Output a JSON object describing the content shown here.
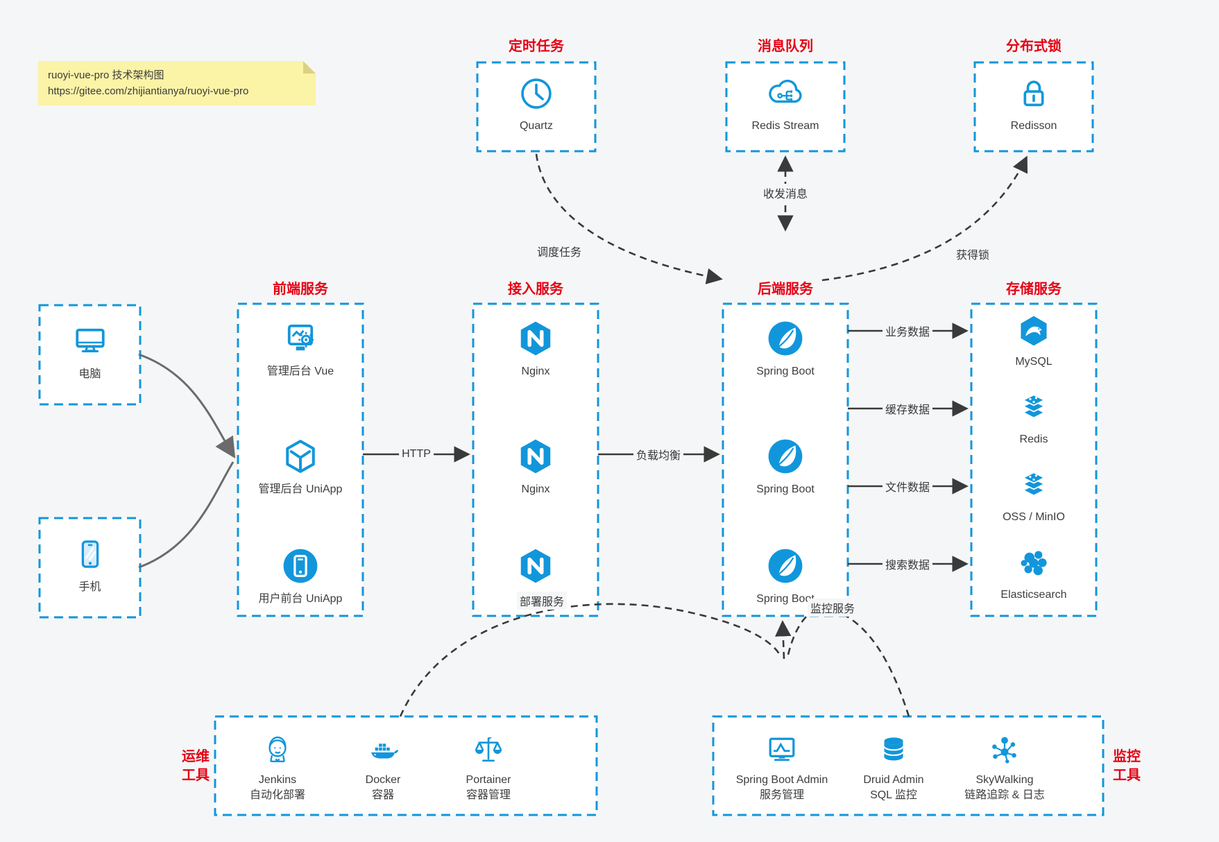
{
  "note": {
    "line1": "ruoyi-vue-pro 技术架构图",
    "line2": "https://gitee.com/zhijiantianya/ruoyi-vue-pro"
  },
  "colors": {
    "accent_blue": "#1296db",
    "title_red": "#e60014",
    "arrow_dark": "#3a3a3a",
    "connector_gray": "#6b6b6b",
    "background": "#f5f6f7",
    "note_bg": "#fbf3a6"
  },
  "top_services": [
    {
      "title": "定时任务",
      "item": {
        "icon": "clock-icon",
        "label": "Quartz"
      }
    },
    {
      "title": "消息队列",
      "item": {
        "icon": "redis-stream-cloud-icon",
        "label": "Redis Stream"
      }
    },
    {
      "title": "分布式锁",
      "item": {
        "icon": "lock-icon",
        "label": "Redisson"
      }
    }
  ],
  "clients": [
    {
      "icon": "desktop-icon",
      "label": "电脑"
    },
    {
      "icon": "smartphone-icon",
      "label": "手机"
    }
  ],
  "service_columns": [
    {
      "title": "前端服务",
      "items": [
        {
          "icon": "admin-vue-icon",
          "label": "管理后台 Vue"
        },
        {
          "icon": "uniapp-cube-icon",
          "label": "管理后台 UniApp"
        },
        {
          "icon": "mobile-app-icon",
          "label": "用户前台 UniApp"
        }
      ]
    },
    {
      "title": "接入服务",
      "items": [
        {
          "icon": "nginx-icon",
          "label": "Nginx"
        },
        {
          "icon": "nginx-icon",
          "label": "Nginx"
        },
        {
          "icon": "nginx-icon",
          "label": "Nginx"
        }
      ]
    },
    {
      "title": "后端服务",
      "items": [
        {
          "icon": "spring-boot-icon",
          "label": "Spring Boot"
        },
        {
          "icon": "spring-boot-icon",
          "label": "Spring Boot"
        },
        {
          "icon": "spring-boot-icon",
          "label": "Spring Boot"
        }
      ]
    },
    {
      "title": "存储服务",
      "items": [
        {
          "icon": "mysql-icon",
          "label": "MySQL"
        },
        {
          "icon": "redis-icon",
          "label": "Redis"
        },
        {
          "icon": "oss-minio-icon",
          "label": "OSS / MinIO"
        },
        {
          "icon": "elasticsearch-icon",
          "label": "Elasticsearch"
        }
      ]
    }
  ],
  "bottom_groups": [
    {
      "title_line1": "运维",
      "title_line2": "工具",
      "items": [
        {
          "icon": "jenkins-icon",
          "label": "Jenkins",
          "sublabel": "自动化部署"
        },
        {
          "icon": "docker-icon",
          "label": "Docker",
          "sublabel": "容器"
        },
        {
          "icon": "portainer-icon",
          "label": "Portainer",
          "sublabel": "容器管理"
        }
      ]
    },
    {
      "title_line1": "监控",
      "title_line2": "工具",
      "items": [
        {
          "icon": "spring-boot-admin-icon",
          "label": "Spring Boot Admin",
          "sublabel": "服务管理"
        },
        {
          "icon": "druid-icon",
          "label": "Druid Admin",
          "sublabel": "SQL 监控"
        },
        {
          "icon": "skywalking-icon",
          "label": "SkyWalking",
          "sublabel": "链路追踪 & 日志"
        }
      ]
    }
  ],
  "edges": {
    "http": "HTTP",
    "load_balance": "负载均衡",
    "schedule": "调度任务",
    "message": "收发消息",
    "lock": "获得锁",
    "deploy": "部署服务",
    "monitor": "监控服务",
    "data_labels": [
      "业务数据",
      "缓存数据",
      "文件数据",
      "搜索数据"
    ]
  }
}
